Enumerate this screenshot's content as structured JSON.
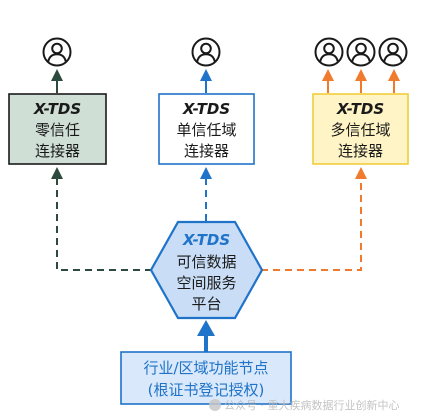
{
  "colors": {
    "dark": "#2d4a3e",
    "blue": "#1f73c9",
    "orange": "#f07a2e",
    "box_zero_fill": "#cfdfd6",
    "box_single_fill": "#ffffff",
    "box_multi_fill": "#fff4c6",
    "box_multi_border": "#f0cd3b",
    "hex_fill": "#c9def6",
    "bottom_fill": "#d9e8fa"
  },
  "icons": {
    "user": "user-circle-icon"
  },
  "boxes": {
    "zero_trust": {
      "title": "X-TDS",
      "line1": "零信任",
      "line2": "连接器"
    },
    "single_trust": {
      "title": "X-TDS",
      "line1": "单信任域",
      "line2": "连接器"
    },
    "multi_trust": {
      "title": "X-TDS",
      "line1": "多信任域",
      "line2": "连接器"
    }
  },
  "hub": {
    "title": "X-TDS",
    "line1": "可信数据",
    "line2": "空间服务",
    "line3": "平台"
  },
  "bottom": {
    "line1": "行业/区域功能节点",
    "line2": "(根证书登记授权)"
  },
  "watermark": {
    "text": "公众号 · 重大疾病数据行业创新中心"
  }
}
